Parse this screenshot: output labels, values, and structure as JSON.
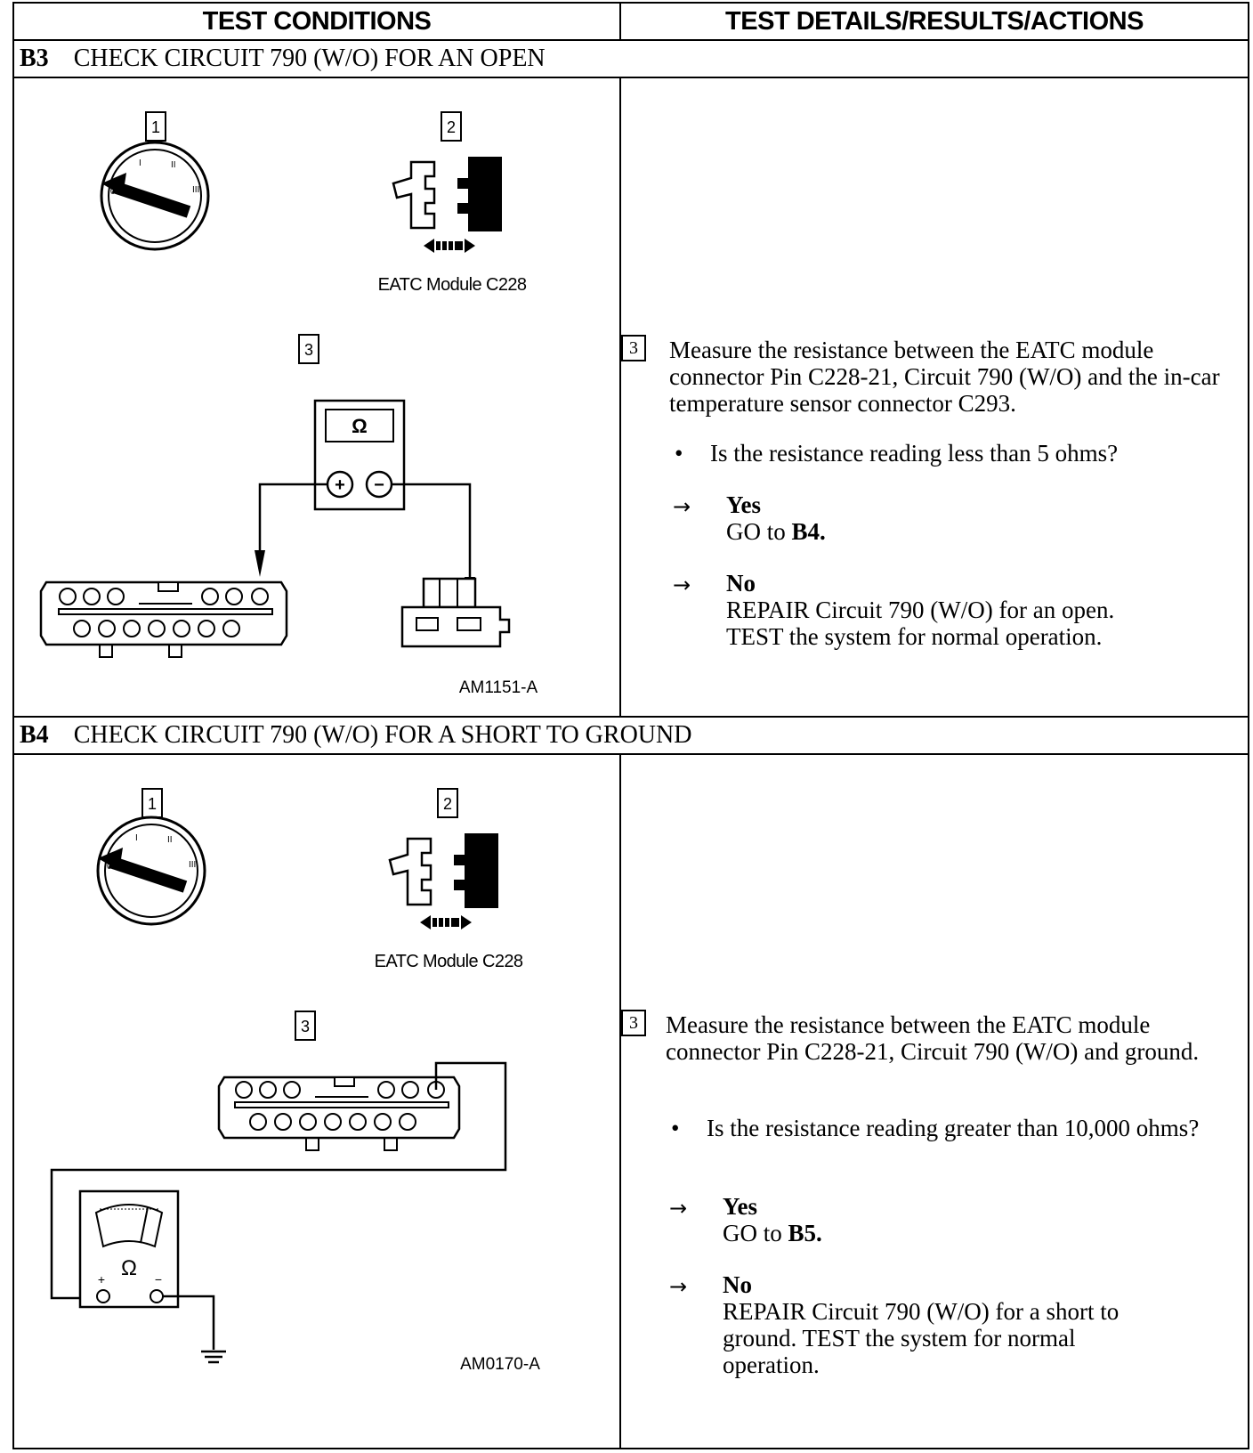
{
  "header": {
    "left": "TEST CONDITIONS",
    "right": "TEST DETAILS/RESULTS/ACTIONS"
  },
  "sections": [
    {
      "id": "B3",
      "title": "CHECK CIRCUIT 790 (W/O) FOR AN OPEN",
      "steps": [
        "1",
        "2",
        "3"
      ],
      "connector_label": "EATC Module C228",
      "figure_id": "AM1151-A",
      "meter_symbol": "Ω",
      "probe_plus": "+",
      "probe_minus": "−",
      "step3": "Measure the resistance between the EATC module connector Pin C228-21, Circuit 790 (W/O) and the in-car temperature sensor  connector C293.",
      "question": "Is the resistance reading less than 5 ohms?",
      "yes_label": "Yes",
      "yes_action_prefix": "GO to ",
      "yes_action_target": "B4.",
      "no_label": "No",
      "no_action": "REPAIR Circuit 790 (W/O) for an open. TEST the system for normal operation."
    },
    {
      "id": "B4",
      "title": "CHECK CIRCUIT 790 (W/O) FOR A SHORT TO GROUND",
      "steps": [
        "1",
        "2",
        "3"
      ],
      "connector_label": "EATC Module C228",
      "figure_id": "AM0170-A",
      "meter_symbol": "Ω",
      "probe_plus": "+",
      "probe_minus": "−",
      "step3": "Measure the resistance between the EATC module connector Pin C228-21, Circuit 790 (W/O) and ground.",
      "question": "Is the resistance reading greater than 10,000 ohms?",
      "yes_label": "Yes",
      "yes_action_prefix": "GO to ",
      "yes_action_target": "B5.",
      "no_label": "No",
      "no_action": "REPAIR Circuit 790 (W/O) for a short to ground. TEST the system for normal operation."
    }
  ],
  "arrow_glyph": "→",
  "bullet_glyph": "•"
}
